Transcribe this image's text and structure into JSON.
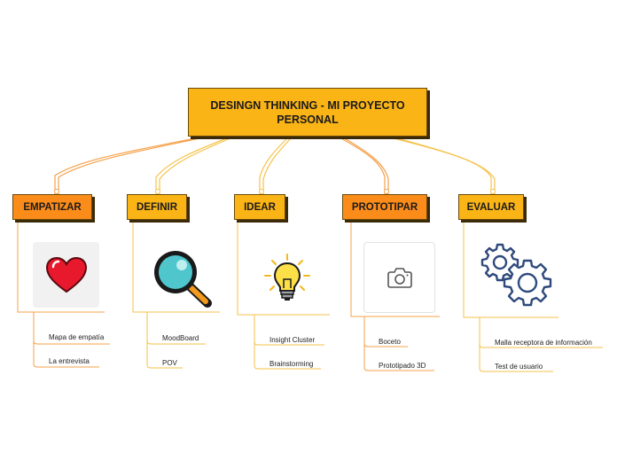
{
  "root": {
    "title": "DESINGN THINKING - MI PROYECTO PERSONAL"
  },
  "colors": {
    "orange": "#fb8c1a",
    "yellow": "#fbb416",
    "line_orange": "#f5a04a",
    "line_yellow": "#f6c24a"
  },
  "branches": [
    {
      "label": "EMPATIZAR",
      "color": "orange",
      "icon": "heart-icon",
      "items": [
        "Mapa de empatía",
        "La entrevista"
      ]
    },
    {
      "label": "DEFINIR",
      "color": "yellow",
      "icon": "magnifier-icon",
      "items": [
        "MoodBoard",
        "POV"
      ]
    },
    {
      "label": "IDEAR",
      "color": "yellow",
      "icon": "lightbulb-icon",
      "items": [
        "Insight Cluster",
        "Brainstorming"
      ]
    },
    {
      "label": "PROTOTIPAR",
      "color": "orange",
      "icon": "camera-icon",
      "items": [
        "Boceto",
        "Prototipado 3D"
      ]
    },
    {
      "label": "EVALUAR",
      "color": "yellow",
      "icon": "gears-icon",
      "items": [
        "Malla receptora de información",
        "Test de usuario"
      ]
    }
  ]
}
